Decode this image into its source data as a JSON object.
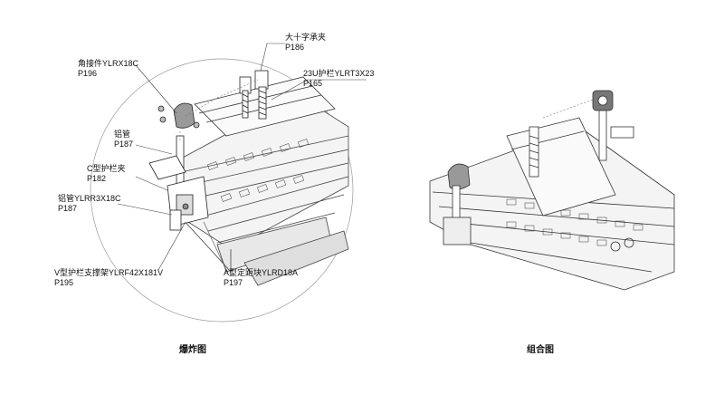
{
  "labels": {
    "cross_clamp": {
      "name": "大十字承夹",
      "page": "P186"
    },
    "guardrail": {
      "name": "23U护栏YLRT3X23",
      "page": "P165"
    },
    "corner_joint": {
      "name": "角接件YLRX18C",
      "page": "P196"
    },
    "aluminum_tube": {
      "name": "铝管",
      "page": "P187"
    },
    "c_clamp": {
      "name": "C型护栏夹",
      "page": "P182"
    },
    "aluminum_tube_2": {
      "name": "铝管YLRR3X18C",
      "page": "P187"
    },
    "v_bracket": {
      "name": "V型护栏支撑架YLRF42X181V",
      "page": "P195"
    },
    "a_spacer": {
      "name": "A型定距块YLRD18A",
      "page": "P197"
    }
  },
  "captions": {
    "exploded": "爆炸图",
    "assembled": "组合图"
  }
}
